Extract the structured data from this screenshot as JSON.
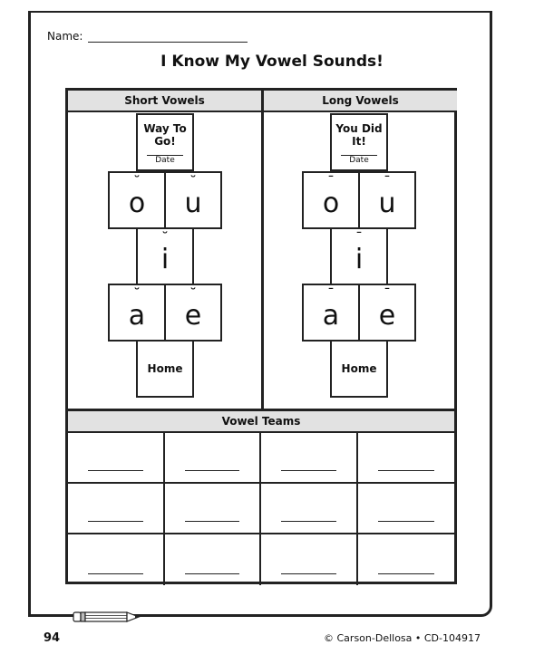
{
  "header": {
    "name_label": "Name:"
  },
  "title": "I Know My Vowel Sounds!",
  "short_vowels": {
    "heading": "Short Vowels",
    "start_label": "Way To Go!",
    "date_label": "Date",
    "vowels": [
      {
        "mark": "˘",
        "letter": "o"
      },
      {
        "mark": "˘",
        "letter": "u"
      },
      {
        "mark": "˘",
        "letter": "i"
      },
      {
        "mark": "˘",
        "letter": "a"
      },
      {
        "mark": "˘",
        "letter": "e"
      }
    ],
    "home_label": "Home"
  },
  "long_vowels": {
    "heading": "Long Vowels",
    "start_label": "You Did It!",
    "date_label": "Date",
    "vowels": [
      {
        "mark": "¯",
        "letter": "o"
      },
      {
        "mark": "¯",
        "letter": "u"
      },
      {
        "mark": "¯",
        "letter": "i"
      },
      {
        "mark": "¯",
        "letter": "a"
      },
      {
        "mark": "¯",
        "letter": "e"
      }
    ],
    "home_label": "Home"
  },
  "vowel_teams": {
    "heading": "Vowel Teams",
    "rows": 3,
    "cols": 4
  },
  "footer": {
    "page_number": "94",
    "copyright": "© Carson-Dellosa • CD-104917"
  },
  "colors": {
    "header_bg": "#e2e2e2",
    "ink": "#222222"
  }
}
